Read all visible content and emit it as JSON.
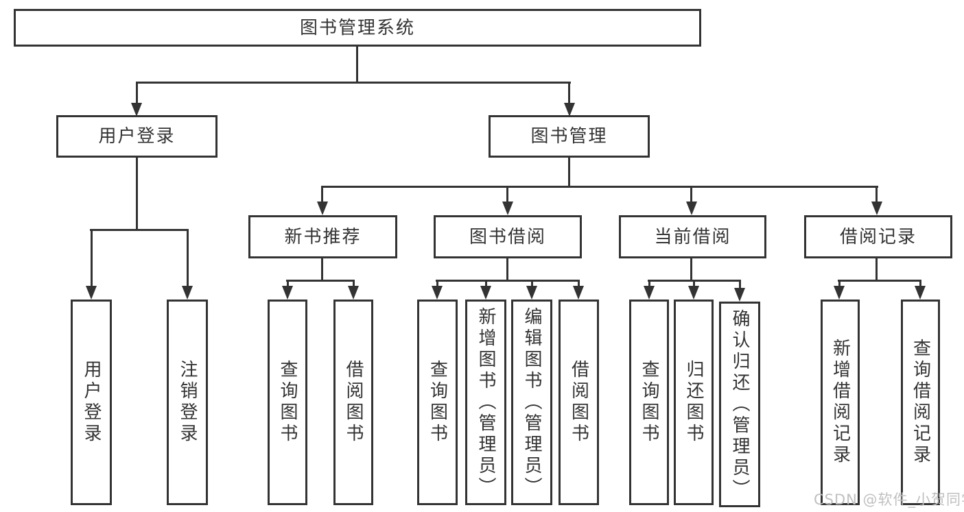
{
  "tree": {
    "root": "图书管理系统",
    "branches": [
      {
        "label": "用户登录",
        "children": [
          "用户登录",
          "注销登录"
        ]
      },
      {
        "label": "图书管理",
        "groups": [
          {
            "label": "新书推荐",
            "children": [
              "查询图书",
              "借阅图书"
            ]
          },
          {
            "label": "图书借阅",
            "children": [
              "查询图书",
              "新增图书（管理员）",
              "编辑图书（管理员）",
              "借阅图书"
            ]
          },
          {
            "label": "当前借阅",
            "children": [
              "查询图书",
              "归还图书",
              "确认归还（管理员）"
            ]
          },
          {
            "label": "借阅记录",
            "children": [
              "新增借阅记录",
              "查询借阅记录"
            ]
          }
        ]
      }
    ]
  },
  "watermark": "CSDN @软件_小贺同学",
  "colors": {
    "line": "#333333",
    "text": "#333333",
    "watermark": "#c0c0c0",
    "background": "#ffffff"
  }
}
